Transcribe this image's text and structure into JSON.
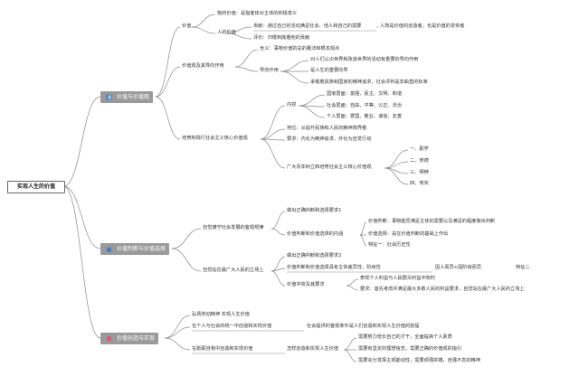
{
  "colors": {
    "line": "#8a8a8a",
    "main_fill": "#9a9a9a",
    "icon_book": "#2f7fd1",
    "icon_fire": "#2f7fd1",
    "icon_home": "#e0536b"
  },
  "root": "实现人生的价值",
  "branches": [
    {
      "label": "价值与价值观",
      "icon": "book-icon",
      "children": [
        {
          "label": "价值",
          "children": [
            {
              "label": "物的价值：是指客体对主体的积极意义"
            },
            {
              "label": "人的价值",
              "children": [
                {
                  "label": "贡献：通过自己的活动满足社会、他人和自己的需要",
                  "next": "人既是价值的创造者，也是价值的享受者"
                },
                {
                  "label": "评价：归根到底看他的贡献"
                }
              ]
            }
          ]
        },
        {
          "label": "价值观及其导向作用",
          "children": [
            {
              "label": "含义：事物价值的总的看法和根本观点"
            },
            {
              "label": "导向作用",
              "children": [
                {
                  "label": "对人们认识世界和改造世界的活动有重要的导向作用"
                },
                {
                  "label": "是人生的重要向导"
                },
                {
                  "label": "承载着民族和国家的精神追求，社会评判是非曲直的标准"
                }
              ]
            }
          ]
        },
        {
          "label": "培育和践行社会主义核心价值观",
          "children": [
            {
              "label": "内容",
              "children": [
                {
                  "label": "国家层面：富强、民主、文明、和谐"
                },
                {
                  "label": "社会层面：自由、平等、公正、法治"
                },
                {
                  "label": "个人层面：爱国、敬业、诚信、友善"
                }
              ]
            },
            {
              "label": "地位：从提升民族和人民的精神境界看"
            },
            {
              "label": "要求：内化为精神追求、外化为自觉行动"
            },
            {
              "label": "广大青年树立和培育社会主义核心价值观",
              "children": [
                {
                  "label": "一、勤学"
                },
                {
                  "label": "二、修德"
                },
                {
                  "label": "三、明辨"
                },
                {
                  "label": "四、笃实"
                }
              ]
            }
          ]
        }
      ]
    },
    {
      "label": "价值判断与价值选择",
      "icon": "fire-icon",
      "children": [
        {
          "label": "自觉遵守社会发展的客观规律",
          "children": [
            {
              "label": "做出正确判断和选择要求1"
            },
            {
              "label": "价值判断和价值选择的内涵",
              "children": [
                {
                  "label": "价值判断：事物能否满足主体的需要以及满足的程度做出判断"
                },
                {
                  "label": "价值选择：是在价值判断的基础上作出"
                },
                {
                  "label": "特征一：社会历史性"
                }
              ]
            }
          ]
        },
        {
          "label": "自觉站在最广大人民的立场上",
          "children": [
            {
              "label": "做出正确判断和选择要求2"
            },
            {
              "label": "价值判断和价值选择具有主体差异性，阶级性",
              "next": "因人而异+因阶级而异",
              "next2": "特征二"
            },
            {
              "label": "价值冲突及其要求",
              "children": [
                {
                  "label": "表现个人利益与人民群众利益冲突时"
                },
                {
                  "label": "要求：首先考虑并满足最大多数人民的利益要求，自觉站在最广大人民的立场上"
                }
              ]
            }
          ]
        }
      ]
    },
    {
      "label": "价值创造与实现",
      "icon": "home-icon",
      "children": [
        {
          "label": "弘扬劳动精神 实现人生价值"
        },
        {
          "label": "在个人与社会的统一中创造和实现价值",
          "next": "社会提供的客观条件是人们创造和实现人生价值的前提"
        },
        {
          "label": "在砥砺自我中创造和实现价值",
          "next": "怎样创造和实现人生价值",
          "children": [
            {
              "label": "需要努力增长自己的才干，全面提高个人素质"
            },
            {
              "label": "需要有坚定的理想信念，需要正确的价值观的指引"
            },
            {
              "label": "需要充分发挥主观能动性，需要顽强拼搏，自强不息的精神"
            }
          ]
        }
      ]
    }
  ]
}
